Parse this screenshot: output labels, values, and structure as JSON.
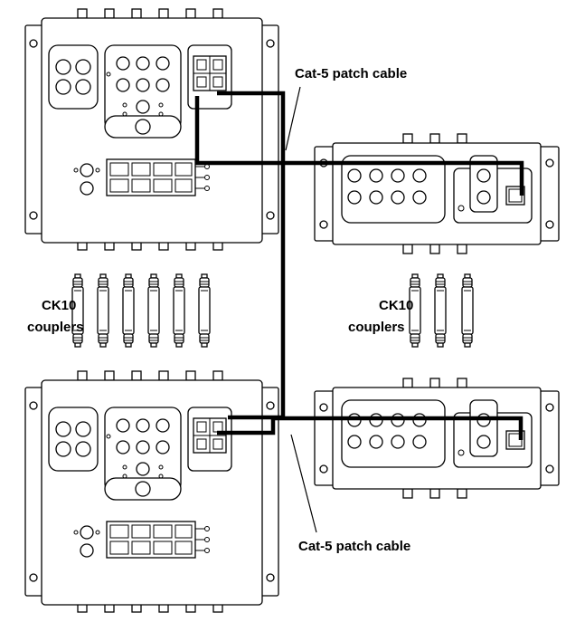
{
  "labels": {
    "cable_top": "Cat-5 patch cable",
    "cable_bottom": "Cat-5 patch cable",
    "couplers_left_1": "CK10",
    "couplers_left_2": "couplers",
    "couplers_right_1": "CK10",
    "couplers_right_2": "couplers"
  },
  "colors": {
    "line": "#000000",
    "background": "#ffffff"
  }
}
